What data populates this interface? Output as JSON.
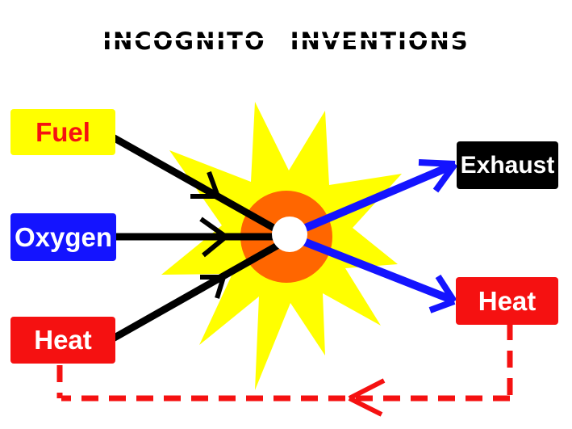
{
  "title": "INCOGNITO INVENTIONS",
  "colors": {
    "background": "#ffffff",
    "title_text": "#000000",
    "star": "#ffff00",
    "core": "#ff6600",
    "core_center": "#ffffff",
    "input_arrow": "#000000",
    "output_arrow": "#1414ff",
    "feedback_arrow": "#f51111"
  },
  "inputs": [
    {
      "label": "Fuel",
      "bg": "#ffff00",
      "fg": "#f51111"
    },
    {
      "label": "Oxygen",
      "bg": "#1414ff",
      "fg": "#ffffff"
    },
    {
      "label": "Heat",
      "bg": "#f51111",
      "fg": "#ffffff"
    }
  ],
  "outputs": [
    {
      "label": "Exhaust",
      "bg": "#000000",
      "fg": "#ffffff"
    },
    {
      "label": "Heat",
      "bg": "#f51111",
      "fg": "#ffffff"
    }
  ],
  "flows": [
    {
      "from": "Fuel",
      "to": "combustion",
      "style": "solid black arrow"
    },
    {
      "from": "Oxygen",
      "to": "combustion",
      "style": "solid black arrow"
    },
    {
      "from": "Heat",
      "to": "combustion",
      "style": "solid black arrow"
    },
    {
      "from": "combustion",
      "to": "Exhaust",
      "style": "solid blue arrow"
    },
    {
      "from": "combustion",
      "to": "Heat",
      "style": "solid blue arrow"
    },
    {
      "from": "Heat output",
      "to": "Heat input",
      "style": "dashed red feedback arrow"
    }
  ]
}
